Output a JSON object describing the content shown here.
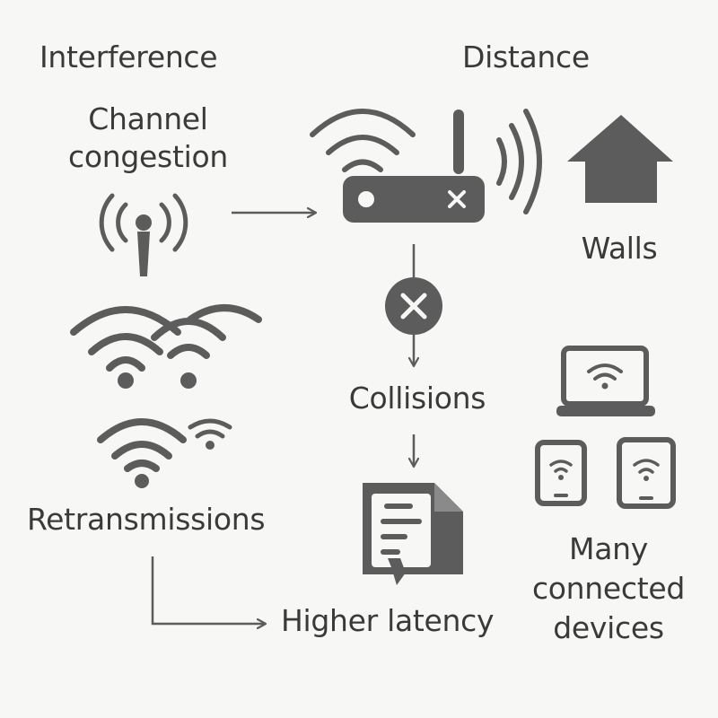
{
  "labels": {
    "interference": "Interference",
    "distance": "Distance",
    "channel_congestion": "Channel\ncongestion",
    "walls": "Walls",
    "collisions": "Collisions",
    "retransmissions": "Retransmissions",
    "higher_latency": "Higher latency",
    "many_devices": "Many\nconnected\ndevices"
  },
  "icons": [
    "antenna-tower-icon",
    "router-icon",
    "signal-waves-icon",
    "house-icon",
    "overlapping-wifi-icon",
    "wifi-icon",
    "collision-x-icon",
    "document-icon",
    "laptop-icon",
    "tablet-icon",
    "phone-icon"
  ],
  "colors": {
    "ink": "#5c5c5c",
    "text": "#3a3a3a",
    "background": "#f7f7f5",
    "icon_light": "#f7f7f5"
  }
}
